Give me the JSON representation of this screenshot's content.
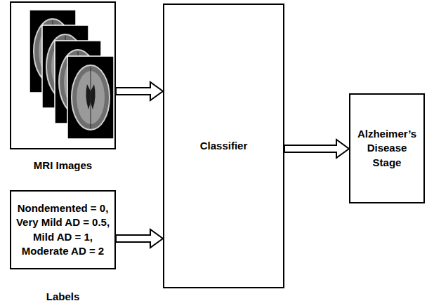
{
  "diagram": {
    "nodes": [
      {
        "text": [
          "MRI Images"
        ]
      },
      {
        "text": [
          "Nondemented = 0,",
          "Very Mild AD = 0.5,",
          "Mild AD = 1,",
          "Moderate AD = 2",
          "Labels"
        ]
      },
      {
        "text": [
          "Classifier"
        ]
      },
      {
        "text": [
          "Alzheimer’s Disease Stage"
        ]
      }
    ],
    "edges": [
      {
        "from": 0,
        "to": 2,
        "arrow": "to"
      },
      {
        "from": 1,
        "to": 2,
        "arrow": "to"
      },
      {
        "from": 2,
        "to": 3,
        "arrow": "to"
      }
    ]
  }
}
